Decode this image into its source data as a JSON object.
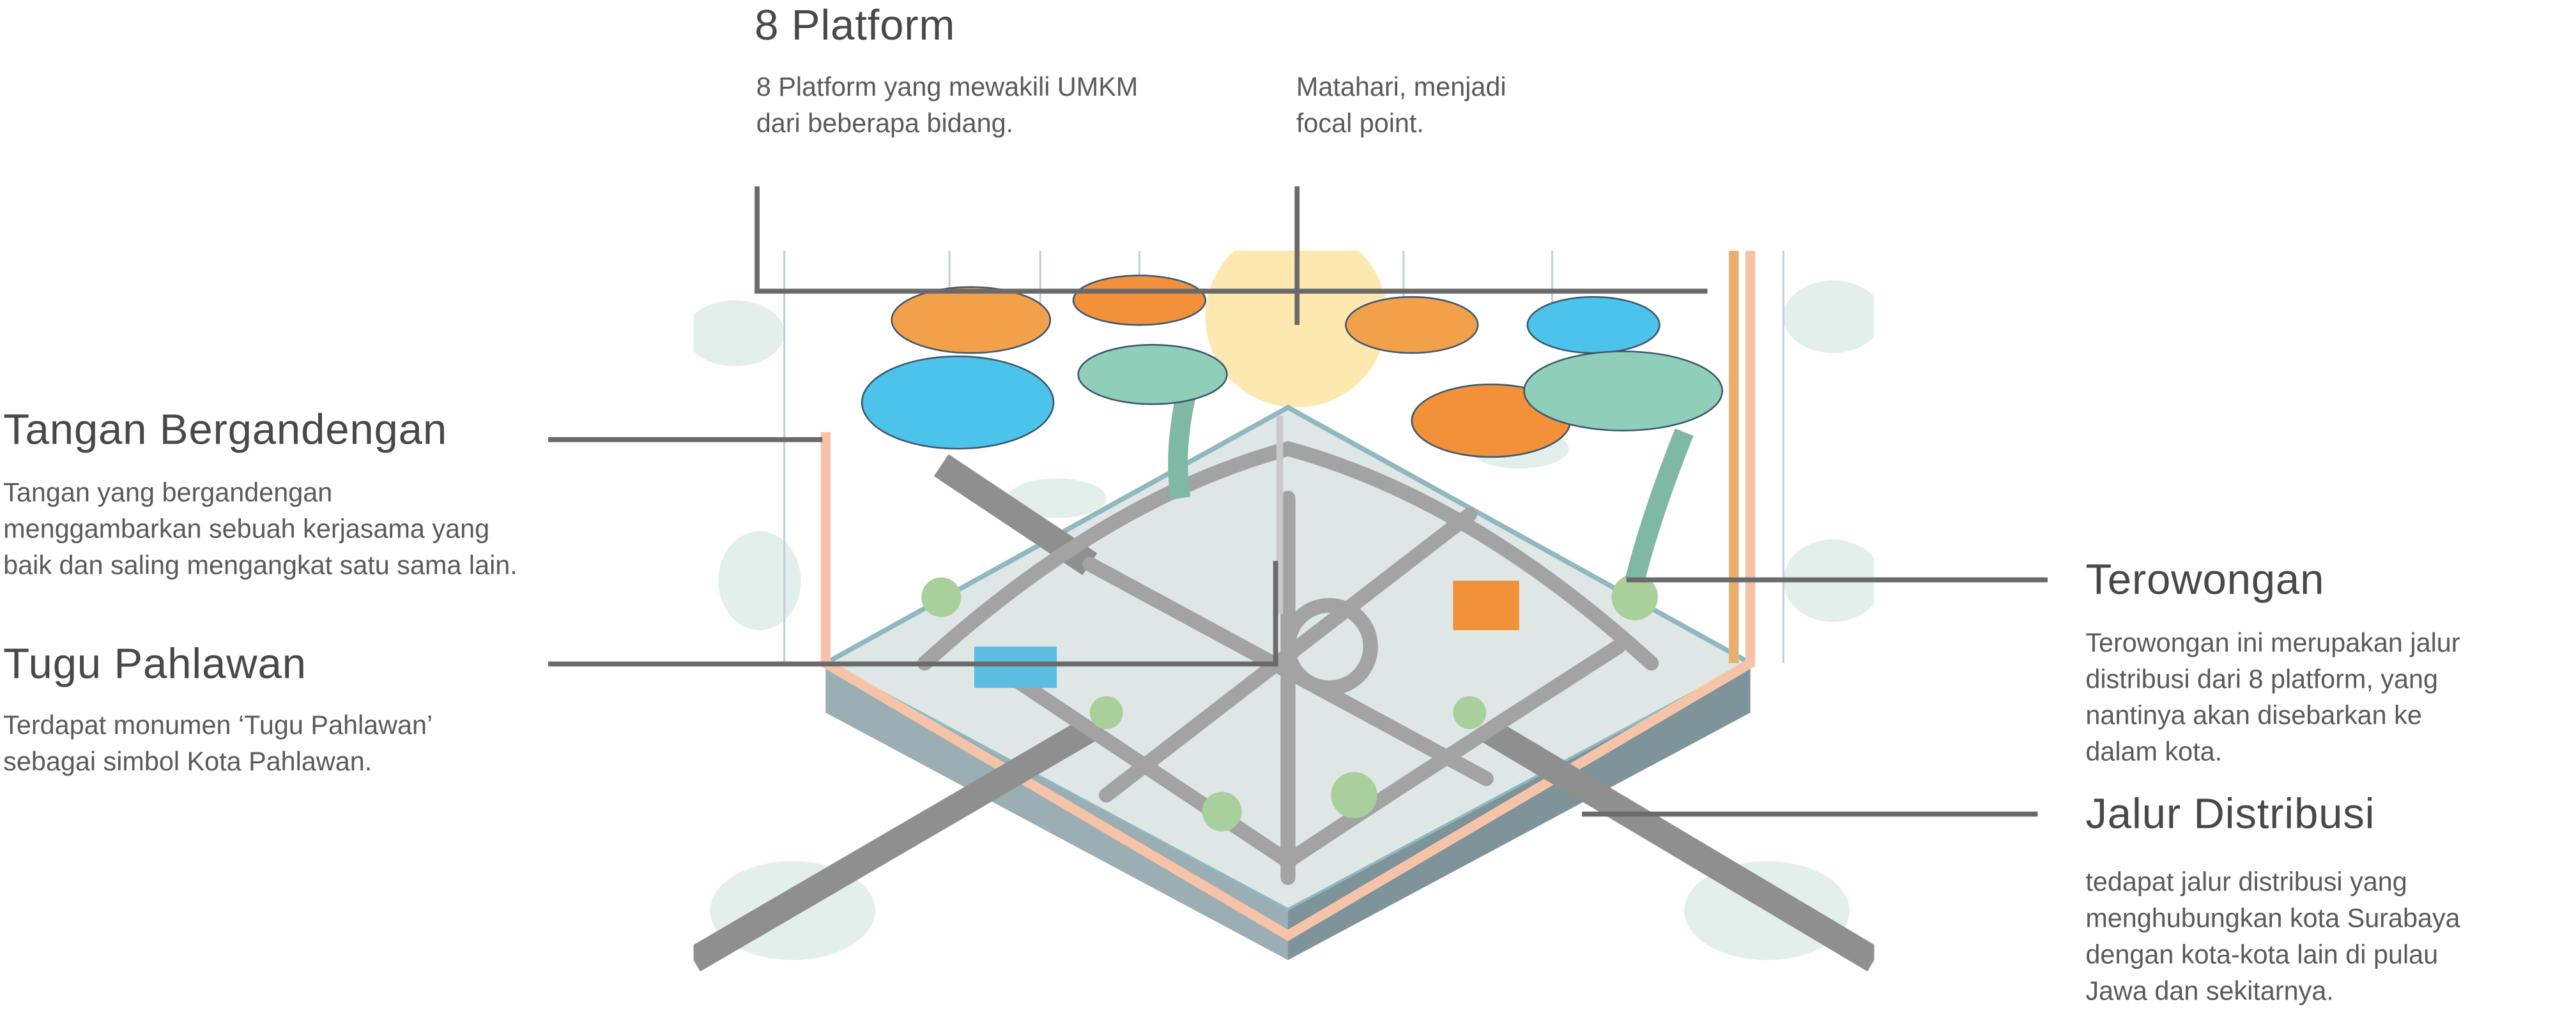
{
  "platform": {
    "title": "8 Platform",
    "desc_lines": [
      "8 Platform yang mewakili UMKM",
      "dari beberapa bidang."
    ],
    "sun_lines": [
      "Matahari, menjadi",
      "focal point."
    ]
  },
  "tangan": {
    "title": "Tangan Bergandengan",
    "desc_lines": [
      "Tangan yang bergandengan",
      "menggambarkan sebuah kerjasama yang",
      "baik dan saling mengangkat satu sama lain."
    ]
  },
  "tugu": {
    "title": "Tugu Pahlawan",
    "desc_lines": [
      "Terdapat monumen ‘Tugu Pahlawan’",
      "sebagai simbol Kota Pahlawan."
    ]
  },
  "terowongan": {
    "title": "Terowongan",
    "desc_lines": [
      "Terowongan ini merupakan jalur",
      "distribusi dari 8 platform, yang",
      "nantinya akan disebarkan ke",
      "dalam kota."
    ]
  },
  "jalur": {
    "title": "Jalur Distribusi",
    "desc_lines": [
      "tedapat jalur distribusi yang",
      "menghubungkan kota Surabaya",
      "dengan kota-kota lain di pulau",
      "Jawa dan sekitarnya."
    ]
  },
  "colors": {
    "orange": "#f3a04a",
    "blue": "#4cc3ea",
    "teal": "#8fcfb9",
    "sun": "#fde8b0",
    "road": "#9a9a9a",
    "ground": "#dfe6e6"
  }
}
